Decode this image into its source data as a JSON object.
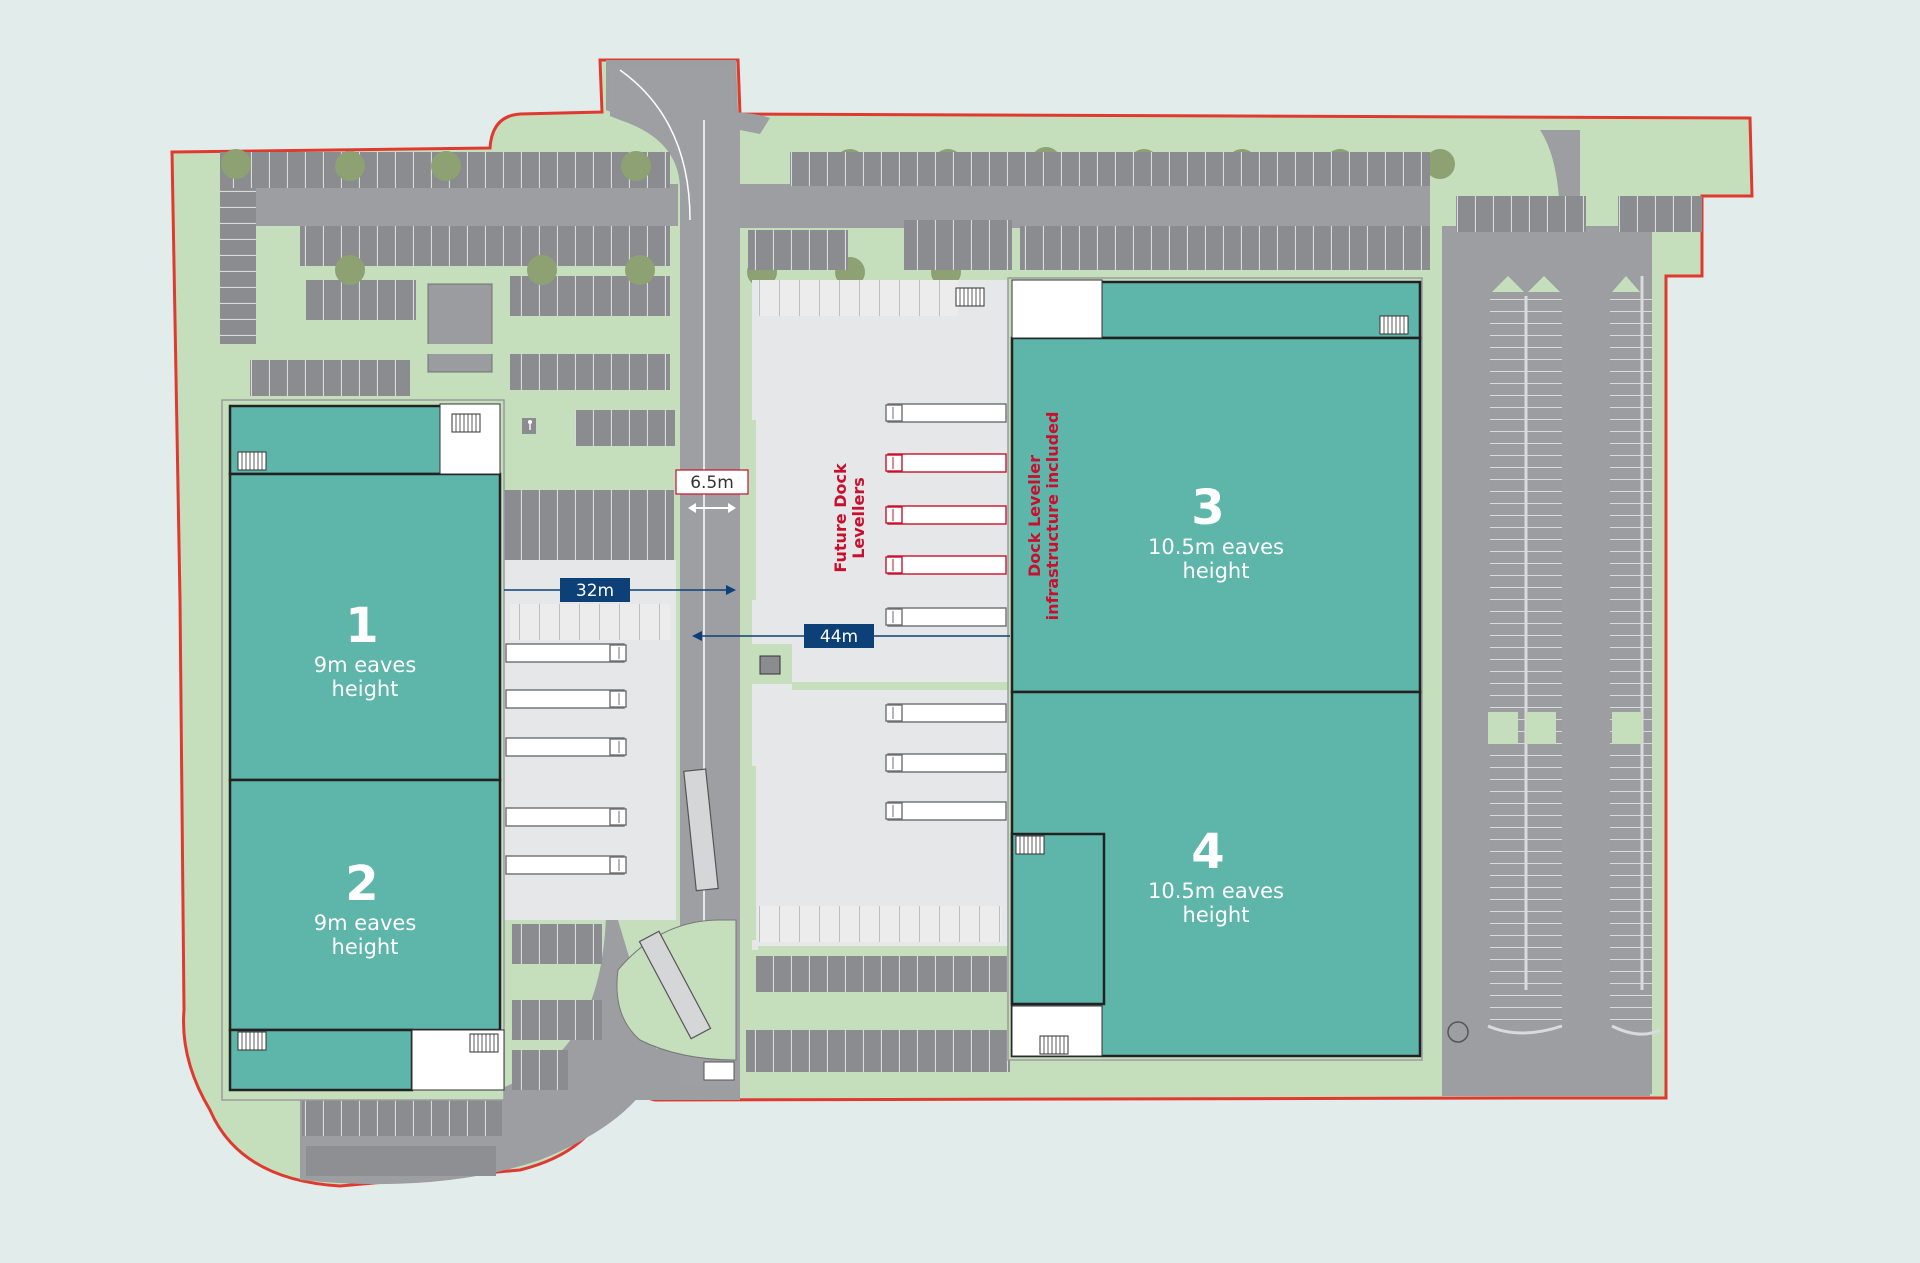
{
  "colors": {
    "background": "#e2edeb",
    "site_boundary": "#e03a30",
    "landscape": "#c5dfbd",
    "road": "#9b9da0",
    "parking": "#888a8d",
    "yard": "#e6e7e8",
    "unit": "#5eb5aa",
    "unit_office": "#5eb5aa",
    "dimension_blue": "#0c4077",
    "note_red": "#c8102e",
    "tree": "#8da172"
  },
  "units": [
    {
      "number": "1",
      "eaves": "9m eaves",
      "height_word": "height"
    },
    {
      "number": "2",
      "eaves": "9m eaves",
      "height_word": "height"
    },
    {
      "number": "3",
      "eaves": "10.5m eaves",
      "height_word": "height"
    },
    {
      "number": "4",
      "eaves": "10.5m eaves",
      "height_word": "height"
    }
  ],
  "dimensions": {
    "road_width": "6.5m",
    "yard_unit12": "32m",
    "yard_unit34": "44m"
  },
  "notes": {
    "future_dock": [
      "Future Dock",
      "Levellers"
    ],
    "dock_infra": [
      "Dock Leveller",
      "infrastructure included"
    ]
  },
  "icons": [
    "tree-icon",
    "hgv-trailer-icon",
    "accessible-parking-icon",
    "car-icon",
    "staircase-icon"
  ]
}
